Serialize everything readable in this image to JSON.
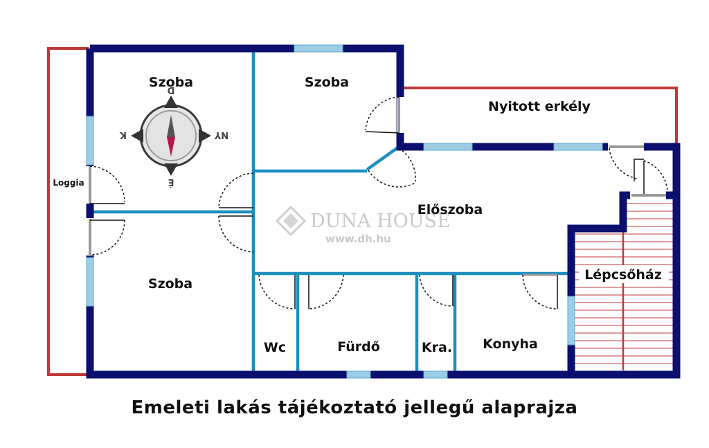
{
  "caption": "Emeleti lakás tájékoztató jellegű alaprajza",
  "watermark": {
    "brand": "DUNA HOUSE",
    "url": "www.dh.hu"
  },
  "rooms": {
    "szoba_top_left": "Szoba",
    "szoba_top_middle": "Szoba",
    "szoba_bottom_left": "Szoba",
    "loggia": "Loggia",
    "erkely": "Nyitott erkély",
    "eloszoba": "Előszoba",
    "wc": "Wc",
    "furdo": "Fürdő",
    "kamra": "Kra.",
    "konyha": "Konyha",
    "lepcsohaz": "Lépcsőház"
  },
  "compass": {
    "north": "É",
    "south": "D",
    "east": "K",
    "west": "NY"
  },
  "colors": {
    "outer_wall": "#0b0f6e",
    "inner_wall": "#1b8fbf",
    "balcony_outline": "#c0393b",
    "window": "#9ccde4",
    "door": "#111111",
    "stair": "#c0393b",
    "watermark": "#c9c9c9"
  }
}
